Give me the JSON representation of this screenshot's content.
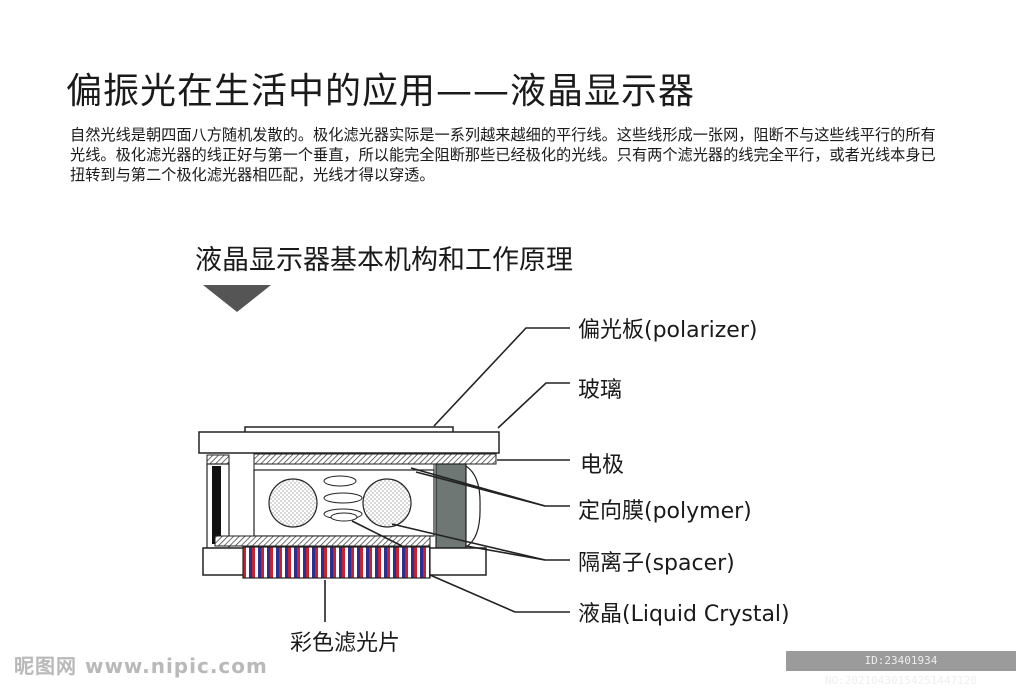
{
  "title": "偏振光在生活中的应用——液晶显示器",
  "paragraph": "自然光线是朝四面八方随机发散的。极化滤光器实际是一系列越来越细的平行线。这些线形成一张网，阻断不与这些线平行的所有光线。极化滤光器的线正好与第一个垂直，所以能完全阻断那些已经极化的光线。只有两个滤光器的线完全平行，或者光线本身已扭转到与第二个极化滤光器相匹配，光线才得以穿透。",
  "diagram": {
    "subtitle": "液晶显示器基本机构和工作原理",
    "labels": {
      "polarizer": "偏光板(polarizer)",
      "glass": "玻璃",
      "electrode": "电极",
      "polymer": "定向膜(polymer)",
      "spacer": "隔离子(spacer)",
      "liquid_crystal": "液晶(Liquid Crystal)",
      "color_filter": "彩色滤光片"
    }
  },
  "watermark": {
    "site": "昵图网 www.nipic.com",
    "id": "ID:23401934 NO:20210430154251447120"
  }
}
